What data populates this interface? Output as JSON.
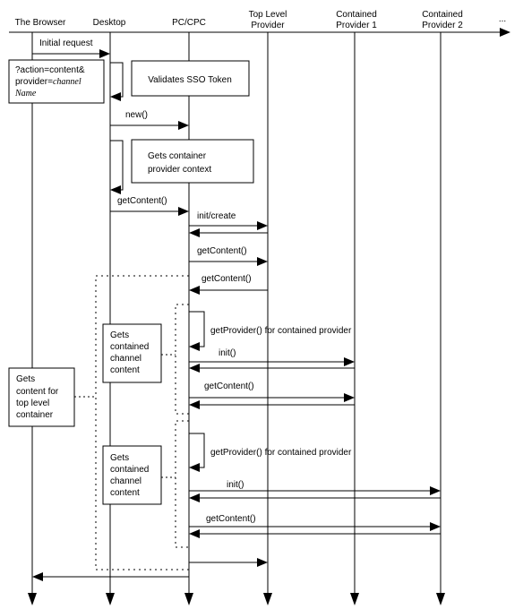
{
  "participants": [
    {
      "id": "browser",
      "label": [
        "The Browser"
      ]
    },
    {
      "id": "desktop",
      "label": [
        "Desktop"
      ]
    },
    {
      "id": "pc",
      "label": [
        "PC/CPC"
      ]
    },
    {
      "id": "top",
      "label": [
        "Top Level",
        "Provider"
      ]
    },
    {
      "id": "cp1",
      "label": [
        "Contained",
        "Provider 1"
      ]
    },
    {
      "id": "cp2",
      "label": [
        "Contained",
        "Provider 2"
      ]
    },
    {
      "id": "more",
      "label": [
        "..."
      ]
    }
  ],
  "messages": {
    "initial_request": "Initial request",
    "new": "new()",
    "get_content_desktop": "getContent()",
    "init_create": "init/create",
    "get_content_top": "getContent()",
    "get_content_return": "getContent()",
    "get_provider_1": "getProvider() for contained provider",
    "init_1": "init()",
    "get_content_1": "getContent()",
    "get_provider_2": "getProvider() for contained provider",
    "init_2": "init()",
    "get_content_2": "getContent()"
  },
  "notes": {
    "request_params": [
      "?action=content&",
      "provider="
    ],
    "request_params_italic": [
      "channel",
      "Name"
    ],
    "validates_sso": "Validates SSO Token",
    "container_context": [
      "Gets container",
      "provider context"
    ],
    "contained_content_1": [
      "Gets",
      "contained",
      "channel",
      "content"
    ],
    "contained_content_2": [
      "Gets",
      "contained",
      "channel",
      "content"
    ],
    "top_level_content": [
      "Gets",
      "content for",
      "top level",
      "container"
    ]
  }
}
